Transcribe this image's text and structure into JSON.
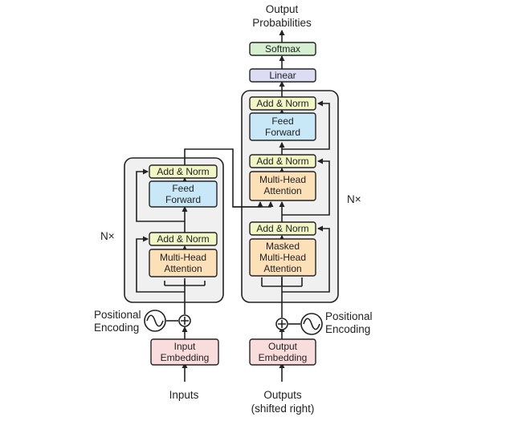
{
  "output": {
    "line1": "Output",
    "line2": "Probabilities"
  },
  "decoder_head": {
    "softmax": "Softmax",
    "linear": "Linear"
  },
  "decoder": {
    "repeat": "N×",
    "add_norm": "Add & Norm",
    "feed_forward": [
      "Feed",
      "Forward"
    ],
    "cross_attention": [
      "Multi-Head",
      "Attention"
    ],
    "masked_attention": [
      "Masked",
      "Multi-Head",
      "Attention"
    ],
    "embedding": [
      "Output",
      "Embedding"
    ],
    "input_label": [
      "Outputs",
      "(shifted right)"
    ]
  },
  "encoder": {
    "repeat": "N×",
    "add_norm": "Add & Norm",
    "feed_forward": [
      "Feed",
      "Forward"
    ],
    "attention": [
      "Multi-Head",
      "Attention"
    ],
    "embedding": [
      "Input",
      "Embedding"
    ],
    "input_label": "Inputs"
  },
  "positional_encoding": [
    "Positional",
    "Encoding"
  ],
  "colors": {
    "add_norm": "#f1f6c4",
    "feed_forward": "#c8e8f8",
    "attention": "#fbe0b8",
    "embedding": "#f9dcdc",
    "linear": "#dcdcf2",
    "softmax": "#d5efd0",
    "block_bg": "#f0f0f0"
  }
}
